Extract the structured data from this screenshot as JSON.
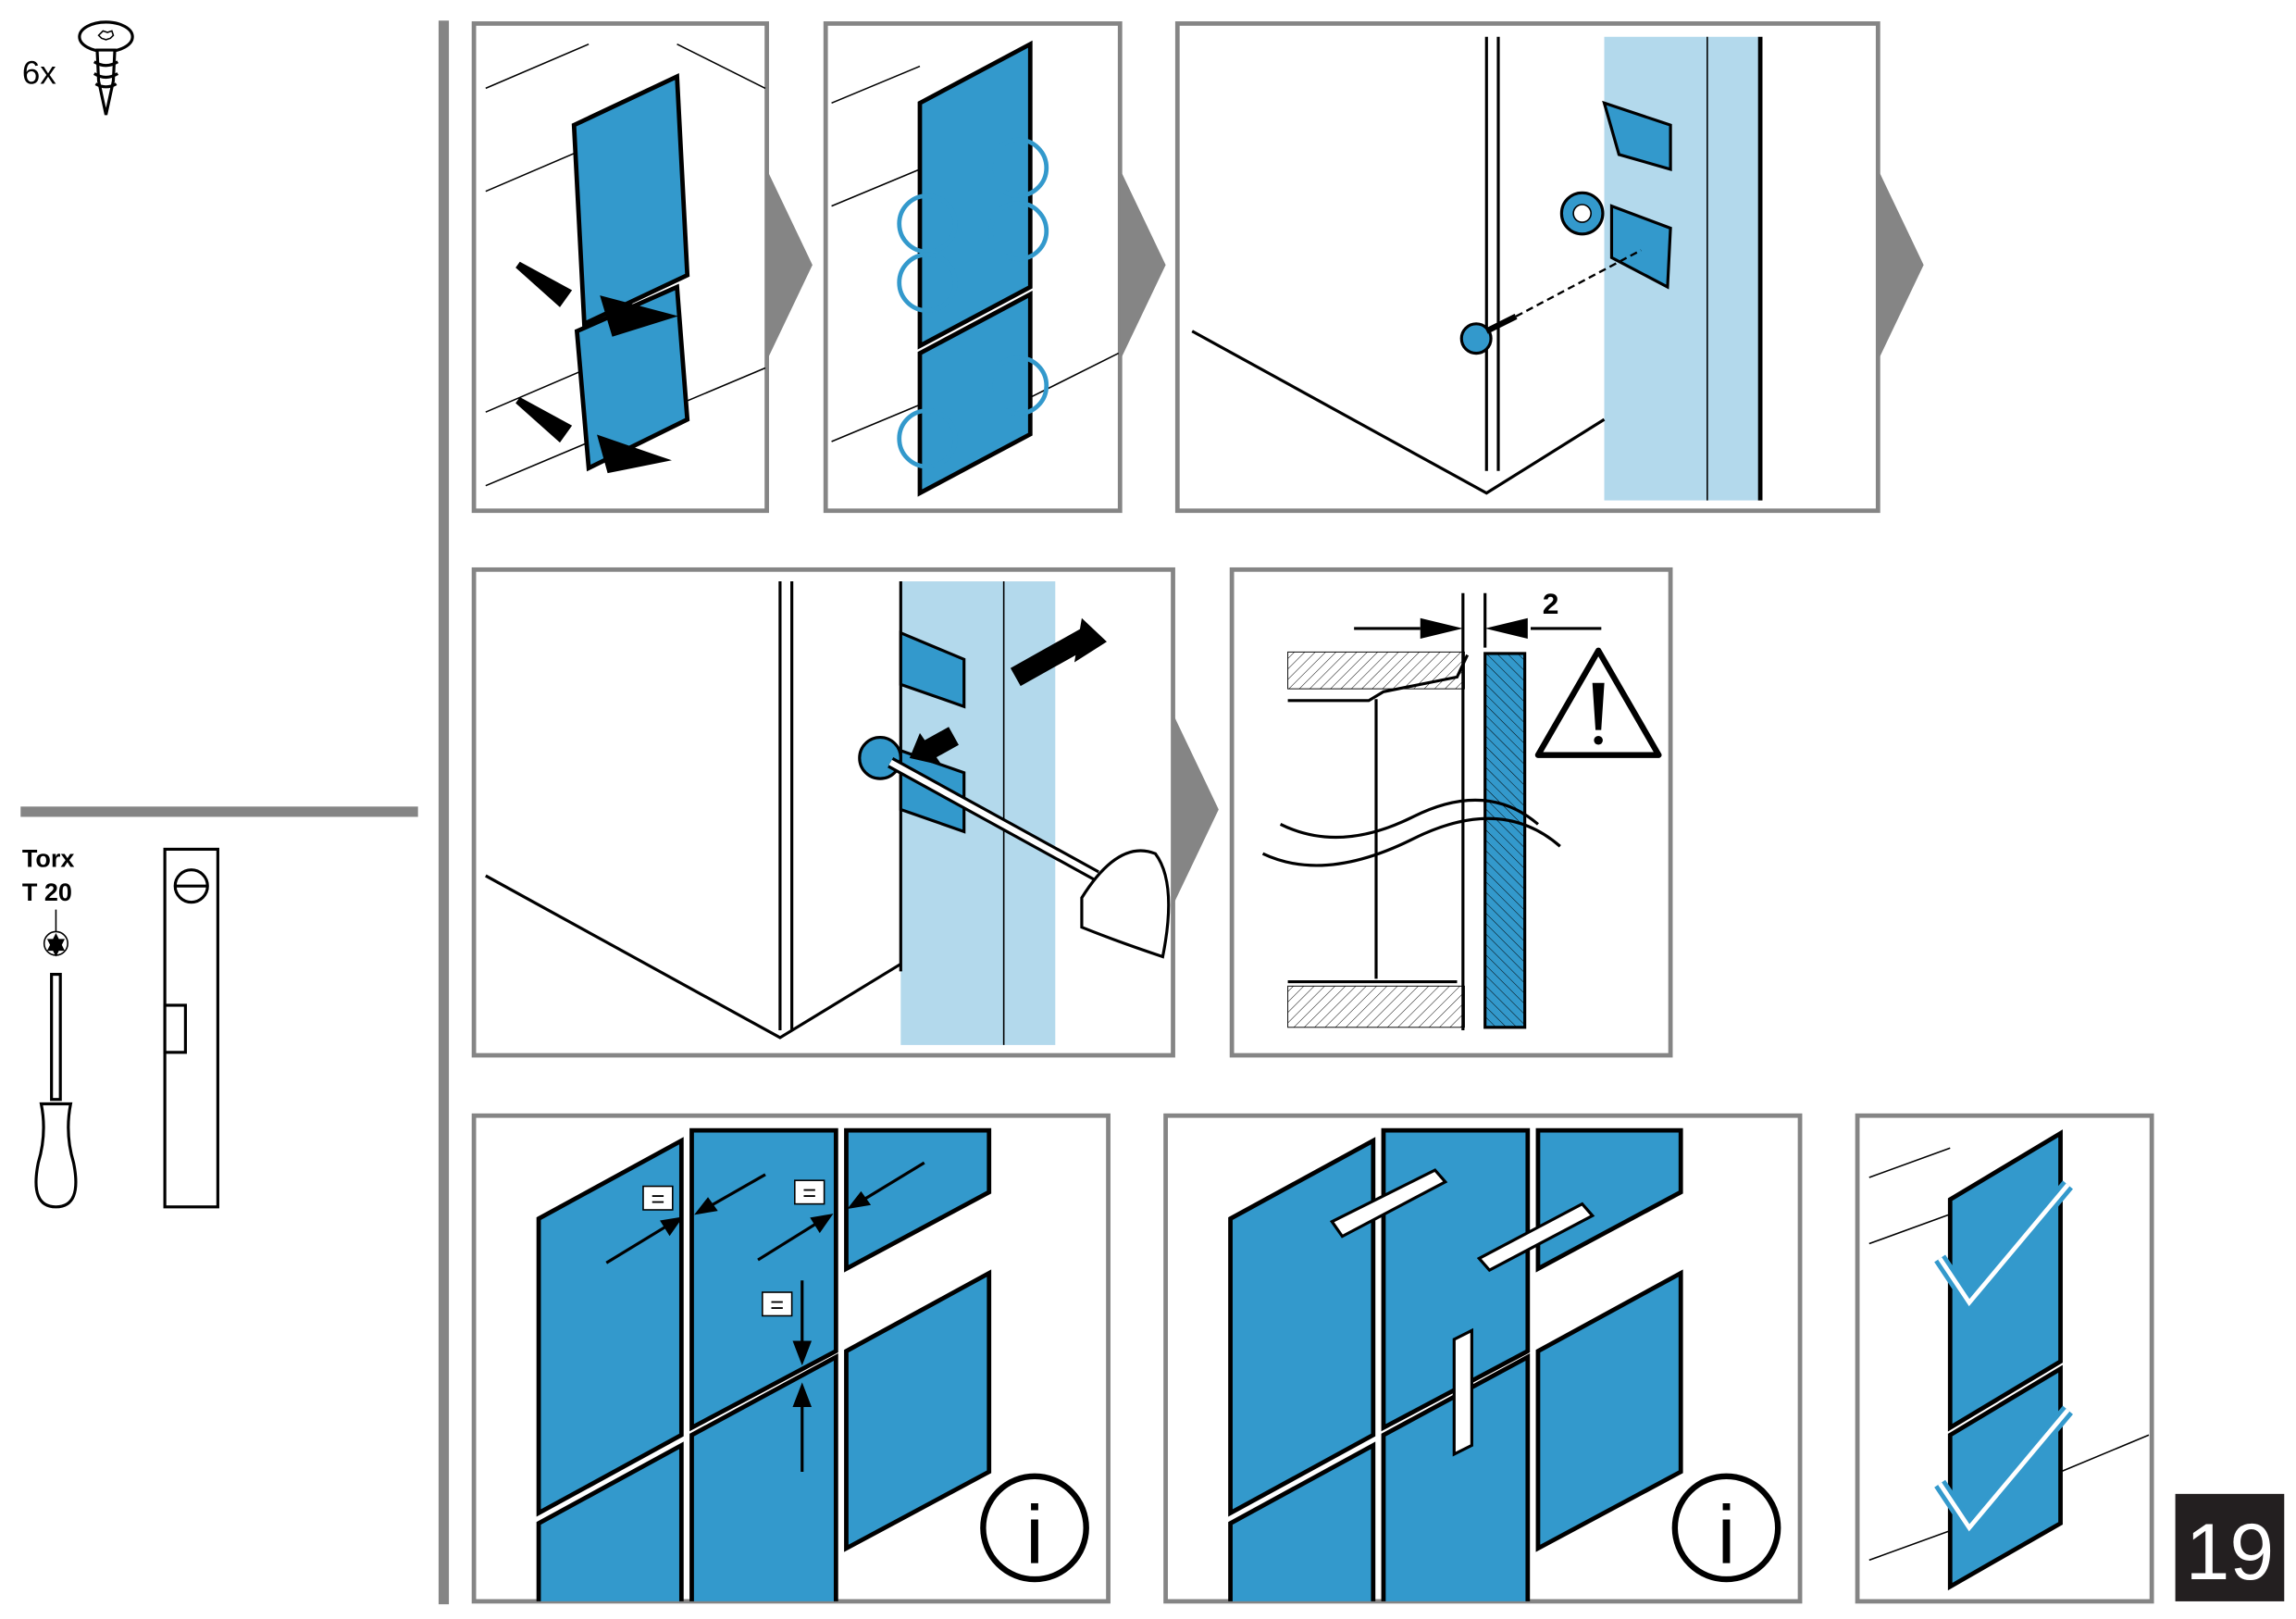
{
  "parts": {
    "quantity": "6x",
    "item_icon": "torx-screw-icon"
  },
  "tools": {
    "label_line1": "Torx",
    "label_line2": "T 20",
    "items": [
      "screwdriver-icon",
      "spirit-level-icon"
    ]
  },
  "gap_panel": {
    "dimension": "2",
    "warning_icon": "warning-triangle-icon"
  },
  "equal_markers": [
    "=",
    "=",
    "="
  ],
  "info_icon_label": "i",
  "page_number": "19",
  "colors": {
    "panel_blue": "#3399cc",
    "light_blue": "#b3d9ec",
    "frame_gray": "#858585",
    "badge_bg": "#231f20"
  }
}
